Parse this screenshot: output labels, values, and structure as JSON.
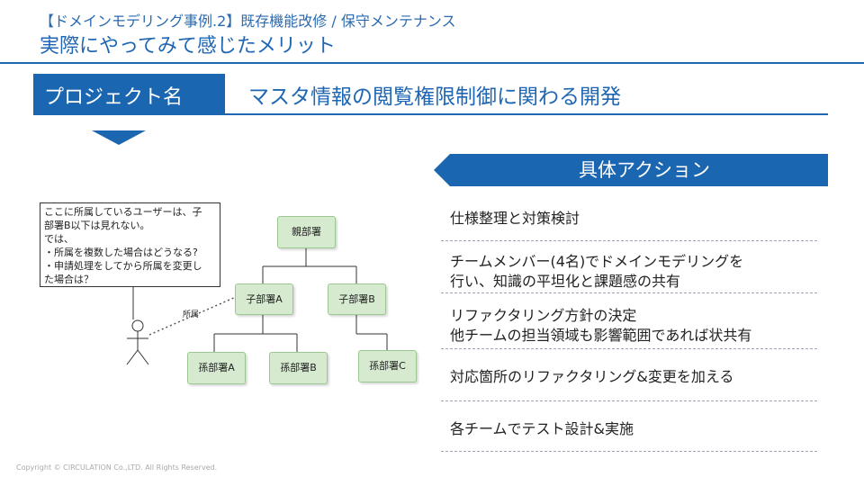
{
  "header": {
    "subtitle": "【ドメインモデリング事例.2】既存機能改修 / 保守メンテナンス",
    "title": "実際にやってみて感じたメリット"
  },
  "project": {
    "label": "プロジェクト名",
    "value": "マスタ情報の閲覧権限制御に関わる開発"
  },
  "diagram": {
    "note_lines": [
      "ここに所属しているユーザーは、子",
      "部署B以下は見れない。",
      "では、",
      "・所属を複数した場合はどうなる?",
      "・申請処理をしてから所属を変更し",
      "た場合は？"
    ],
    "relation_label": "所属",
    "nodes": {
      "root": "親部署",
      "child_a": "子部署A",
      "child_b": "子部署B",
      "grand_a": "孫部署A",
      "grand_b": "孫部署B",
      "grand_c": "孫部署C"
    }
  },
  "actions": {
    "header": "具体アクション",
    "items": [
      {
        "line1": "仕様整理と対策検討",
        "line2": ""
      },
      {
        "line1": "チームメンバー(4名)でドメインモデリングを",
        "line2": "行い、知識の平坦化と課題感の共有"
      },
      {
        "line1": "リファクタリング方針の決定",
        "line2": "他チームの担当領域も影響範囲であれば状共有"
      },
      {
        "line1": "対応箇所のリファクタリング&変更を加える",
        "line2": ""
      },
      {
        "line1": "各チームでテスト設計&実施",
        "line2": ""
      }
    ]
  },
  "footer": {
    "copyright": "Copyright © CIRCULATION Co.,LTD. All Rights Reserved."
  },
  "colors": {
    "brand_blue": "#1b66b1",
    "node_green": "#d6ead0"
  }
}
